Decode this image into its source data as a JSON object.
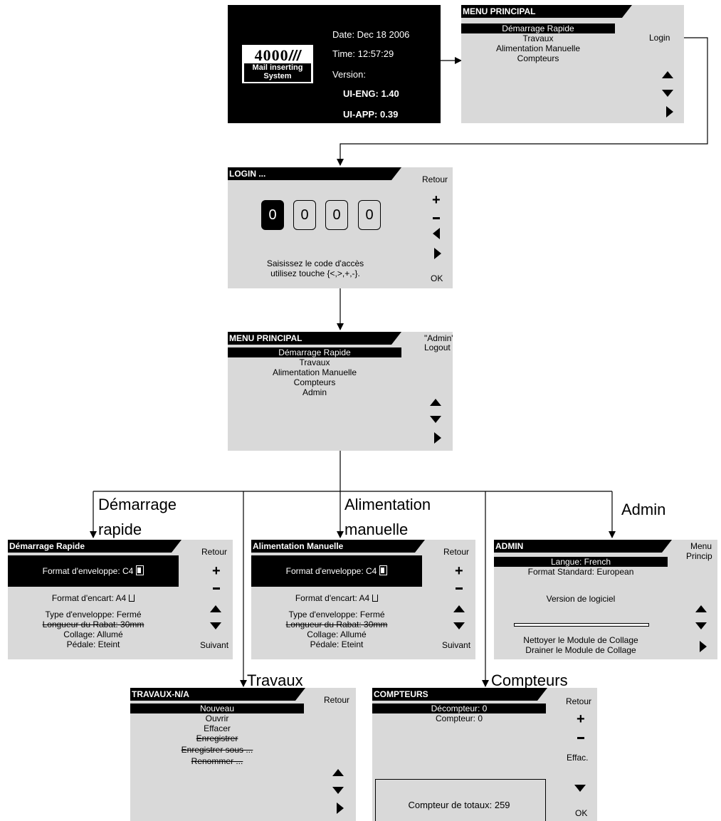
{
  "splash": {
    "logo_number": "4000",
    "logo_line1": "Mail inserting",
    "logo_line2": "System",
    "date": "Date: Dec 18 2006",
    "time": "Time: 12:57:29",
    "version": "Version:",
    "ui_eng": "UI-ENG: 1.40",
    "ui_app": "UI-APP: 0.39"
  },
  "menu_principal": {
    "title": "MENU PRINCIPAL",
    "items": [
      "Démarrage Rapide",
      "Travaux",
      "Alimentation Manuelle",
      "Compteurs"
    ],
    "login": "Login"
  },
  "login_screen": {
    "title": "LOGIN ...",
    "retour": "Retour",
    "digits": [
      "0",
      "0",
      "0",
      "0"
    ],
    "instruction1": "Saisissez le code d'accès",
    "instruction2": "utilisez touche {<,>,+,-}.",
    "ok": "OK"
  },
  "menu_admin": {
    "title": "MENU PRINCIPAL",
    "items": [
      "Démarrage Rapide",
      "Travaux",
      "Alimentation Manuelle",
      "Compteurs",
      "Admin"
    ],
    "user": "\"Admin\"",
    "logout": "Logout"
  },
  "branch_labels": {
    "demarrage_1": "Démarrage",
    "demarrage_2": "rapide",
    "alimentation_1": "Alimentation",
    "alimentation_2": "manuelle",
    "admin": "Admin",
    "travaux": "Travaux",
    "compteurs": "Compteurs"
  },
  "demarrage": {
    "title": "Démarrage Rapide",
    "retour": "Retour",
    "format_enveloppe": "Format d'enveloppe: C4",
    "format_encart": "Format d'encart: A4",
    "type_enveloppe": "Type d'enveloppe: Fermé",
    "longueur_rabat": "Longueur du Rabat:  30mm",
    "collage": "Collage: Allumé",
    "pedale": "Pédale: Eteint",
    "suivant": "Suivant"
  },
  "alimentation": {
    "title": "Alimentation Manuelle",
    "retour": "Retour",
    "format_enveloppe": "Format d'enveloppe: C4",
    "format_encart": "Format d'encart: A4",
    "type_enveloppe": "Type d'enveloppe: Fermé",
    "longueur_rabat": "Longueur du Rabat:  30mm",
    "collage": "Collage: Allumé",
    "pedale": "Pédale: Eteint",
    "suivant": "Suivant"
  },
  "admin": {
    "title": "ADMIN",
    "menu1": "Menu",
    "menu2": "Princip",
    "langue": "Langue: French",
    "format_standard": "Format Standard: European",
    "version_logiciel": "Version de logiciel",
    "nettoyer": "Nettoyer le Module de Collage",
    "drainer": "Drainer le Module de Collage"
  },
  "travaux": {
    "title": "TRAVAUX-N/A",
    "retour": "Retour",
    "items": [
      "Nouveau",
      "Ouvrir",
      "Effacer",
      "Enregistrer",
      "Enregistrer sous ...",
      "Renommer ..."
    ]
  },
  "compteurs": {
    "title": "COMPTEURS",
    "retour": "Retour",
    "decompteur": "Décompteur: 0",
    "compteur": "Compteur: 0",
    "effac": "Effac.",
    "totaux": "Compteur de totaux: 259",
    "ok": "OK"
  }
}
